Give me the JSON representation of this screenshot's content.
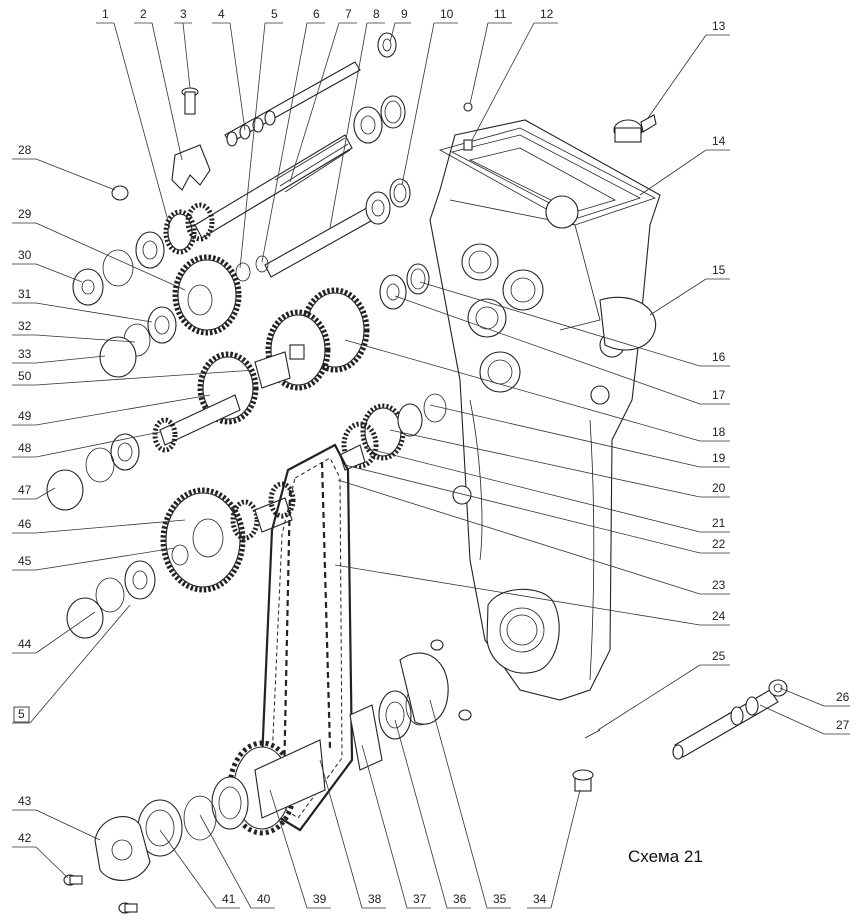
{
  "caption": "Схема 21",
  "callouts": [
    {
      "id": "c1",
      "label": "1"
    },
    {
      "id": "c2",
      "label": "2"
    },
    {
      "id": "c3",
      "label": "3"
    },
    {
      "id": "c4",
      "label": "4"
    },
    {
      "id": "c5",
      "label": "5"
    },
    {
      "id": "c6",
      "label": "6"
    },
    {
      "id": "c7",
      "label": "7"
    },
    {
      "id": "c8",
      "label": "8"
    },
    {
      "id": "c9",
      "label": "9"
    },
    {
      "id": "c10",
      "label": "10"
    },
    {
      "id": "c11",
      "label": "11"
    },
    {
      "id": "c12",
      "label": "12"
    },
    {
      "id": "c13",
      "label": "13"
    },
    {
      "id": "c14",
      "label": "14"
    },
    {
      "id": "c15",
      "label": "15"
    },
    {
      "id": "c16",
      "label": "16"
    },
    {
      "id": "c17",
      "label": "17"
    },
    {
      "id": "c18",
      "label": "18"
    },
    {
      "id": "c19",
      "label": "19"
    },
    {
      "id": "c20",
      "label": "20"
    },
    {
      "id": "c21",
      "label": "21"
    },
    {
      "id": "c22",
      "label": "22"
    },
    {
      "id": "c23",
      "label": "23"
    },
    {
      "id": "c24",
      "label": "24"
    },
    {
      "id": "c25",
      "label": "25"
    },
    {
      "id": "c26",
      "label": "26"
    },
    {
      "id": "c27",
      "label": "27"
    },
    {
      "id": "c28",
      "label": "28"
    },
    {
      "id": "c29",
      "label": "29"
    },
    {
      "id": "c30",
      "label": "30"
    },
    {
      "id": "c31",
      "label": "31"
    },
    {
      "id": "c32",
      "label": "32"
    },
    {
      "id": "c33",
      "label": "33"
    },
    {
      "id": "c50",
      "label": "50"
    },
    {
      "id": "c49",
      "label": "49"
    },
    {
      "id": "c48",
      "label": "48"
    },
    {
      "id": "c47",
      "label": "47"
    },
    {
      "id": "c46",
      "label": "46"
    },
    {
      "id": "c45",
      "label": "45"
    },
    {
      "id": "c44",
      "label": "44"
    },
    {
      "id": "c5b",
      "label": "5"
    },
    {
      "id": "c43",
      "label": "43"
    },
    {
      "id": "c42",
      "label": "42"
    },
    {
      "id": "c41",
      "label": "41"
    },
    {
      "id": "c40",
      "label": "40"
    },
    {
      "id": "c39",
      "label": "39"
    },
    {
      "id": "c38",
      "label": "38"
    },
    {
      "id": "c37",
      "label": "37"
    },
    {
      "id": "c36",
      "label": "36"
    },
    {
      "id": "c35",
      "label": "35"
    },
    {
      "id": "c34",
      "label": "34"
    }
  ]
}
